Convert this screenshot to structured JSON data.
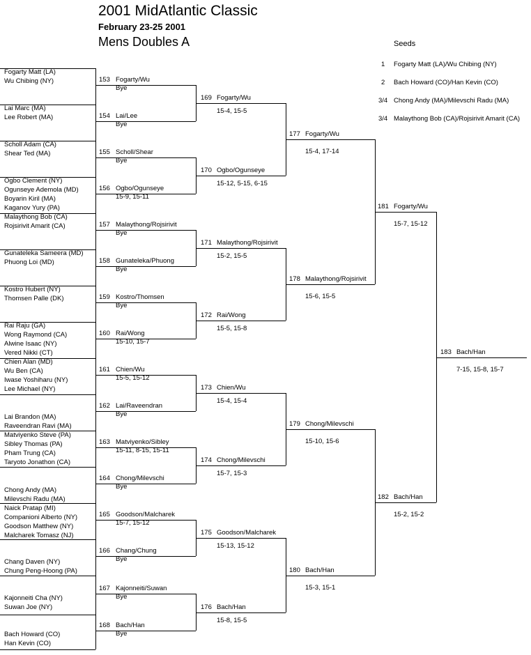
{
  "header": {
    "title": "2001 MidAtlantic Classic",
    "date": "February 23-25 2001",
    "event": "Mens Doubles A"
  },
  "seeds": {
    "label": "Seeds",
    "items": [
      {
        "seed": "1",
        "names": "Fogarty Matt (LA)/Wu Chibing (NY)"
      },
      {
        "seed": "2",
        "names": "Bach Howard (CO)/Han Kevin (CO)"
      },
      {
        "seed": "3/4",
        "names": "Chong Andy (MA)/Milevschi Radu (MA)"
      },
      {
        "seed": "3/4",
        "names": "Malaythong Bob (CA)/Rojsirivit Amarit (CA)"
      }
    ]
  },
  "entrants": [
    "Fogarty Matt (LA)",
    "Wu Chibing (NY)",
    "Lai Marc (MA)",
    "Lee Robert (MA)",
    "Scholl Adam (CA)",
    "Shear Ted (MA)",
    "Ogbo Clement (NY)",
    "Ogunseye Ademola (MD)",
    "Boyarin Kiril (MA)",
    "Kaganov Yury (PA)",
    "Malaythong Bob (CA)",
    "Rojsirivit Amarit (CA)",
    "Gunateleka Sameera (MD)",
    "Phuong Loi (MD)",
    "Kostro Hubert (NY)",
    "Thomsen Palle (DK)",
    "Rai Raju (GA)",
    "Wong Raymond (CA)",
    "Alwine Isaac (NY)",
    "Vered Nikki (CT)",
    "Chien Alan (MD)",
    "Wu Ben (CA)",
    "Iwase Yoshiharu (NY)",
    "Lee Michael (NY)",
    "Lai Brandon (MA)",
    "Raveendran Ravi (MA)",
    "Matviyenko Steve (PA)",
    "Sibley Thomas (PA)",
    "Pham Trung (CA)",
    "Taryoto Jonathon (CA)",
    "Chong Andy (MA)",
    "Milevschi Radu (MA)",
    "Naick Pratap (MI)",
    "Companioni Alberto (NY)",
    "Goodson Matthew (NY)",
    "Malcharek Tomasz (NJ)",
    "Chang Daven (NY)",
    "Chung Peng-Hoong (PA)",
    "Kajonneiti Cha (NY)",
    "Suwan Joe (NY)",
    "Bach Howard (CO)",
    "Han Kevin (CO)"
  ],
  "round1": [
    {
      "match": "153",
      "team": "Fogarty/Wu",
      "score": "Bye"
    },
    {
      "match": "154",
      "team": "Lai/Lee",
      "score": "Bye"
    },
    {
      "match": "155",
      "team": "Scholl/Shear",
      "score": "Bye"
    },
    {
      "match": "156",
      "team": "Ogbo/Ogunseye",
      "score": "15-9, 15-11"
    },
    {
      "match": "157",
      "team": "Malaythong/Rojsirivit",
      "score": "Bye"
    },
    {
      "match": "158",
      "team": "Gunateleka/Phuong",
      "score": "Bye"
    },
    {
      "match": "159",
      "team": "Kostro/Thomsen",
      "score": "Bye"
    },
    {
      "match": "160",
      "team": "Rai/Wong",
      "score": "15-10, 15-7"
    },
    {
      "match": "161",
      "team": "Chien/Wu",
      "score": "15-5, 15-12"
    },
    {
      "match": "162",
      "team": "Lai/Raveendran",
      "score": "Bye"
    },
    {
      "match": "163",
      "team": "Matviyenko/Sibley",
      "score": "15-11, 8-15, 15-11"
    },
    {
      "match": "164",
      "team": "Chong/Milevschi",
      "score": "Bye"
    },
    {
      "match": "165",
      "team": "Goodson/Malcharek",
      "score": "15-7, 15-12"
    },
    {
      "match": "166",
      "team": "Chang/Chung",
      "score": "Bye"
    },
    {
      "match": "167",
      "team": "Kajonneiti/Suwan",
      "score": "Bye"
    },
    {
      "match": "168",
      "team": "Bach/Han",
      "score": "Bye"
    }
  ],
  "round2": [
    {
      "match": "169",
      "team": "Fogarty/Wu",
      "score": "15-4, 15-5"
    },
    {
      "match": "170",
      "team": "Ogbo/Ogunseye",
      "score": "15-12, 5-15, 6-15"
    },
    {
      "match": "171",
      "team": "Malaythong/Rojsirivit",
      "score": "15-2, 15-5"
    },
    {
      "match": "172",
      "team": "Rai/Wong",
      "score": "15-5, 15-8"
    },
    {
      "match": "173",
      "team": "Chien/Wu",
      "score": "15-4, 15-4"
    },
    {
      "match": "174",
      "team": "Chong/Milevschi",
      "score": "15-7, 15-3"
    },
    {
      "match": "175",
      "team": "Goodson/Malcharek",
      "score": "15-13, 15-12"
    },
    {
      "match": "176",
      "team": "Bach/Han",
      "score": "15-8, 15-5"
    }
  ],
  "round3": [
    {
      "match": "177",
      "team": "Fogarty/Wu",
      "score": "15-4, 17-14"
    },
    {
      "match": "178",
      "team": "Malaythong/Rojsirivit",
      "score": "15-6, 15-5"
    },
    {
      "match": "179",
      "team": "Chong/Milevschi",
      "score": "15-10, 15-6"
    },
    {
      "match": "180",
      "team": "Bach/Han",
      "score": "15-3, 15-1"
    }
  ],
  "round4": [
    {
      "match": "181",
      "team": "Fogarty/Wu",
      "score": "15-7, 15-12"
    },
    {
      "match": "182",
      "team": "Bach/Han",
      "score": "15-2, 15-2"
    }
  ],
  "final": [
    {
      "match": "183",
      "team": "Bach/Han",
      "score": "7-15, 15-8, 15-7"
    }
  ]
}
